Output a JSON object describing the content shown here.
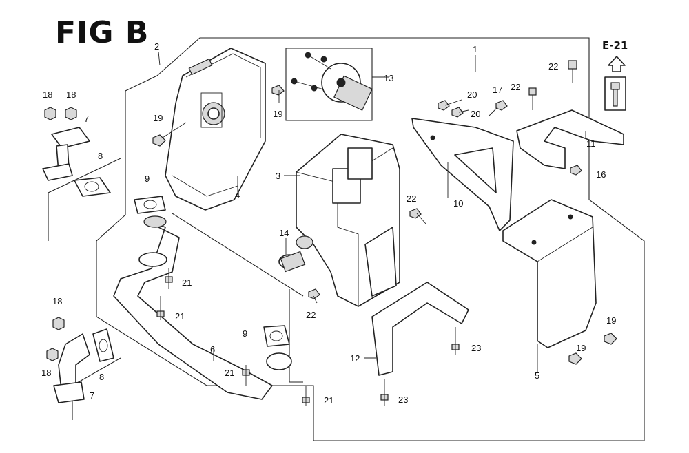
{
  "figure": {
    "title": "FIG B",
    "reference": "E-21"
  },
  "callouts": [
    {
      "id": "c1",
      "text": "1"
    },
    {
      "id": "c2",
      "text": "2"
    },
    {
      "id": "c3",
      "text": "3"
    },
    {
      "id": "c4",
      "text": "4"
    },
    {
      "id": "c5",
      "text": "5"
    },
    {
      "id": "c6",
      "text": "6"
    },
    {
      "id": "c7a",
      "text": "7"
    },
    {
      "id": "c7b",
      "text": "7"
    },
    {
      "id": "c8a",
      "text": "8"
    },
    {
      "id": "c8b",
      "text": "8"
    },
    {
      "id": "c9a",
      "text": "9"
    },
    {
      "id": "c9b",
      "text": "9"
    },
    {
      "id": "c10",
      "text": "10"
    },
    {
      "id": "c11",
      "text": "11"
    },
    {
      "id": "c12",
      "text": "12"
    },
    {
      "id": "c13",
      "text": "13"
    },
    {
      "id": "c14",
      "text": "14"
    },
    {
      "id": "c16",
      "text": "16"
    },
    {
      "id": "c17",
      "text": "17"
    },
    {
      "id": "c18a",
      "text": "18"
    },
    {
      "id": "c18b",
      "text": "18"
    },
    {
      "id": "c18c",
      "text": "18"
    },
    {
      "id": "c18d",
      "text": "18"
    },
    {
      "id": "c19a",
      "text": "19"
    },
    {
      "id": "c19b",
      "text": "19"
    },
    {
      "id": "c19c",
      "text": "19"
    },
    {
      "id": "c19d",
      "text": "19"
    },
    {
      "id": "c20a",
      "text": "20"
    },
    {
      "id": "c20b",
      "text": "20"
    },
    {
      "id": "c21a",
      "text": "21"
    },
    {
      "id": "c21b",
      "text": "21"
    },
    {
      "id": "c21c",
      "text": "21"
    },
    {
      "id": "c21d",
      "text": "21"
    },
    {
      "id": "c22a",
      "text": "22"
    },
    {
      "id": "c22b",
      "text": "22"
    },
    {
      "id": "c22c",
      "text": "22"
    },
    {
      "id": "c22d",
      "text": "22"
    },
    {
      "id": "c23a",
      "text": "23"
    },
    {
      "id": "c23b",
      "text": "23"
    }
  ]
}
